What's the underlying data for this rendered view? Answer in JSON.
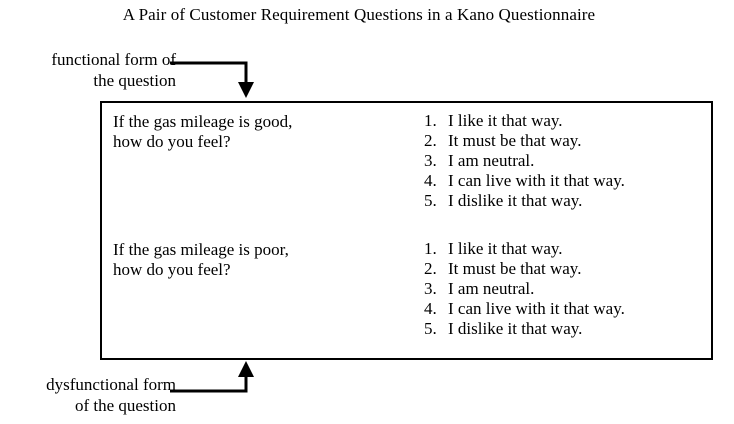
{
  "figure": {
    "title": "A Pair of Customer Requirement Questions in a Kano Questionnaire",
    "background_color": "#ffffff",
    "line_color": "#000000",
    "text_color": "#000000"
  },
  "annotations": {
    "functional": {
      "line1": "functional form of",
      "line2": "the question",
      "arrow_direction": "down",
      "points_to": "row-1"
    },
    "dysfunctional": {
      "line1": "dysfunctional form",
      "line2": "of the question",
      "arrow_direction": "up",
      "points_to": "row-2"
    }
  },
  "table": {
    "rows": [
      {
        "question": "If the gas mileage is good,\nhow do you feel?",
        "answers": [
          {
            "num": "1.",
            "text": "I like it that way."
          },
          {
            "num": "2.",
            "text": "It must be that way."
          },
          {
            "num": "3.",
            "text": "I am neutral."
          },
          {
            "num": "4.",
            "text": "I can live with it that way."
          },
          {
            "num": "5.",
            "text": "I dislike it that way."
          }
        ]
      },
      {
        "question": "If the gas mileage is poor,\nhow do you feel?",
        "answers": [
          {
            "num": "1.",
            "text": "I like it that way."
          },
          {
            "num": "2.",
            "text": "It must be that way."
          },
          {
            "num": "3.",
            "text": "I am neutral."
          },
          {
            "num": "4.",
            "text": "I can live with it that way."
          },
          {
            "num": "5.",
            "text": "I dislike it that way."
          }
        ]
      }
    ]
  }
}
